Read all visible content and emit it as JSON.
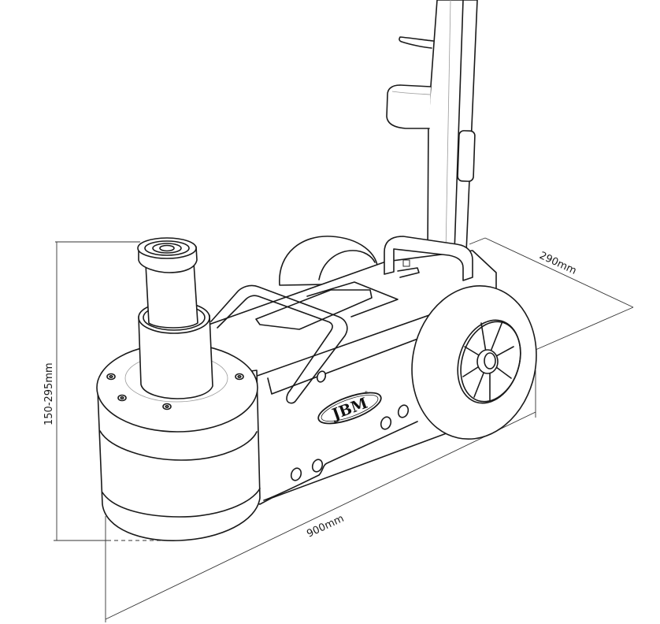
{
  "diagram": {
    "subject": "Air-hydraulic trolley jack technical drawing",
    "brand_logo": "JBM",
    "brand_mark": "®",
    "line_color": "#1a1a1a",
    "background": "#ffffff"
  },
  "dimensions": {
    "height": {
      "label": "150-295mm",
      "orientation": "vertical",
      "side": "left"
    },
    "width": {
      "label": "290mm",
      "orientation": "diagonal",
      "side": "right-rear"
    },
    "length": {
      "label": "900mm",
      "orientation": "diagonal",
      "side": "bottom"
    }
  },
  "parts": [
    {
      "name": "saddle",
      "label": ""
    },
    {
      "name": "ram-stage-1",
      "label": ""
    },
    {
      "name": "ram-stage-2",
      "label": ""
    },
    {
      "name": "cylinder-body",
      "label": ""
    },
    {
      "name": "chassis",
      "label": ""
    },
    {
      "name": "carry-handle",
      "label": ""
    },
    {
      "name": "rear-wheel-left",
      "label": ""
    },
    {
      "name": "rear-wheel-right",
      "label": ""
    },
    {
      "name": "operating-handle",
      "label": ""
    }
  ]
}
